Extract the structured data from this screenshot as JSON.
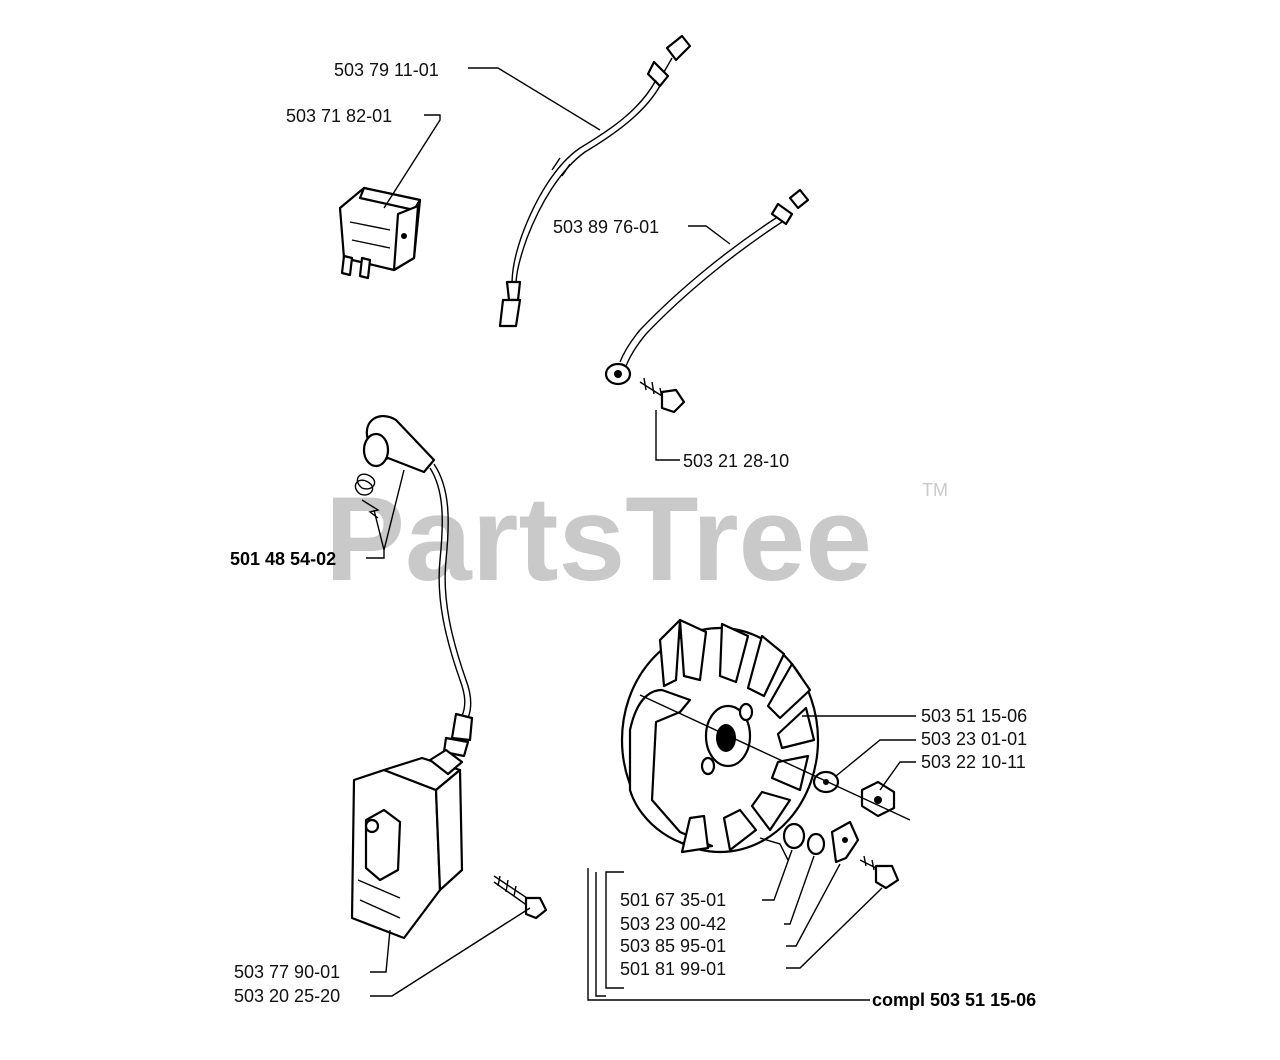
{
  "watermark": {
    "text": "PartsTree",
    "trademark": "TM"
  },
  "labels": {
    "wire_upper": "503 79 11-01",
    "switch": "503 71 82-01",
    "wire_lower": "503 89 76-01",
    "wire_screw": "503 21 28-10",
    "ignition_cap": "501 48 54-02",
    "flywheel": "503 51 15-06",
    "washer": "503 23 01-01",
    "nut": "503 22 10-11",
    "key": "501 67 35-01",
    "pawl_washer": "503 23 00-42",
    "pawl": "503 85 95-01",
    "pawl_screw": "501 81 99-01",
    "module": "503 77 90-01",
    "module_screw": "503 20 25-20",
    "complete": "compl 503 51 15-06"
  },
  "colors": {
    "watermark": "#c9c9c9",
    "ink": "#000000"
  }
}
